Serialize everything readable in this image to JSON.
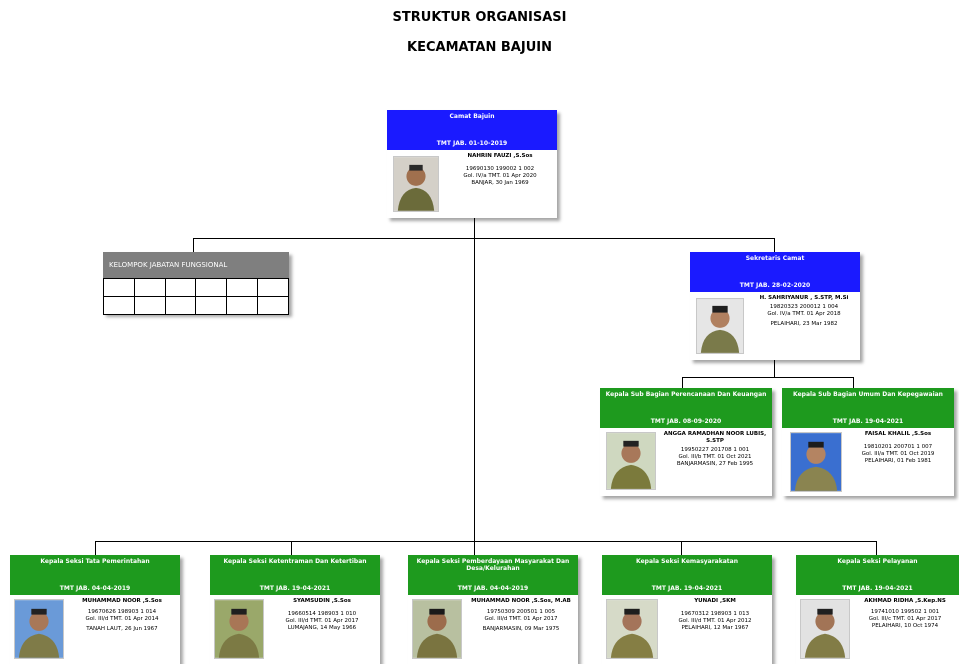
{
  "header": {
    "title": "STRUKTUR ORGANISASI",
    "subtitle": "KECAMATAN BAJUIN"
  },
  "colors": {
    "blue": "#1a1aff",
    "green": "#1e9a1e",
    "gray": "#7f7f7f"
  },
  "camat": {
    "position": "Camat Bajuin",
    "tmt": "TMT JAB. 01-10-2019",
    "name": "NAHRIN FAUZI ,S.Sos",
    "nip": "19690130 199002 1 002",
    "rank": "Gol. IV/a TMT. 01 Apr 2020",
    "birth": "BANJAR, 30 Jan 1969"
  },
  "fungsional": {
    "label": "KELOMPOK JABATAN FUNGSIONAL"
  },
  "sekretaris": {
    "position": "Sekretaris Camat",
    "tmt": "TMT JAB. 28-02-2020",
    "name": "H. SAHRIYANUR , S.STP, M.Si",
    "nip": "19820323 200012 1 004",
    "rank": "Gol. IV/a TMT. 01 Apr 2018",
    "birth": "PELAIHARI, 23 Mar 1982"
  },
  "subbag": [
    {
      "position": "Kepala Sub Bagian Perencanaan Dan Keuangan",
      "tmt": "TMT JAB. 08-09-2020",
      "name": "ANGGA RAMADHAN NOOR LUBIS, S.STP",
      "nip": "19950227 201708 1 001",
      "rank": "Gol. III/b TMT. 01 Oct 2021",
      "birth": "BANJARMASIN, 27 Feb 1995"
    },
    {
      "position": "Kepala Sub Bagian Umum Dan Kepegawaian",
      "tmt": "TMT JAB. 19-04-2021",
      "name": "FAISAL KHALIL ,S.Sos",
      "nip": "19810201 200701 1 007",
      "rank": "Gol. III/a TMT. 01 Oct 2019",
      "birth": "PELAIHARI, 01 Feb 1981"
    }
  ],
  "seksi": [
    {
      "position": "Kepala Seksi Tata Pemerintahan",
      "tmt": "TMT JAB. 04-04-2019",
      "name": "MUHAMMAD NOOR ,S.Sos",
      "nip": "19670626 198903 1 014",
      "rank": "Gol. III/d TMT. 01 Apr 2014",
      "birth": "TANAH LAUT, 26 Jun 1967"
    },
    {
      "position": "Kepala Seksi Ketentraman Dan Ketertiban",
      "tmt": "TMT JAB. 19-04-2021",
      "name": "SYAMSUDIN ,S.Sos",
      "nip": "19660514 198903 1 010",
      "rank": "Gol. III/d TMT. 01 Apr 2017",
      "birth": "LUMAJANG, 14 May 1966"
    },
    {
      "position": "Kepala Seksi Pemberdayaan Masyarakat Dan Desa/Kelurahan",
      "tmt": "TMT JAB. 04-04-2019",
      "name": "MUHAMMAD NOOR ,S.Sos, M.AB",
      "nip": "19750309 200501 1 005",
      "rank": "Gol. III/d TMT. 01 Apr 2017",
      "birth": "BANJARMASIN, 09 Mar 1975"
    },
    {
      "position": "Kepala Seksi Kemasyarakatan",
      "tmt": "TMT JAB. 19-04-2021",
      "name": "YUNADI ,SKM",
      "nip": "19670312 198903 1 013",
      "rank": "Gol. III/d TMT. 01 Apr 2012",
      "birth": "PELAIHARI, 12 Mar 1967"
    },
    {
      "position": "Kepala Seksi Pelayanan",
      "tmt": "TMT JAB. 19-04-2021",
      "name": "AKHMAD RIDHA ,S.Kep.NS",
      "nip": "19741010 199502 1 001",
      "rank": "Gol. III/c TMT. 01 Apr 2017",
      "birth": "PELAIHARI, 10 Oct 1974"
    }
  ]
}
